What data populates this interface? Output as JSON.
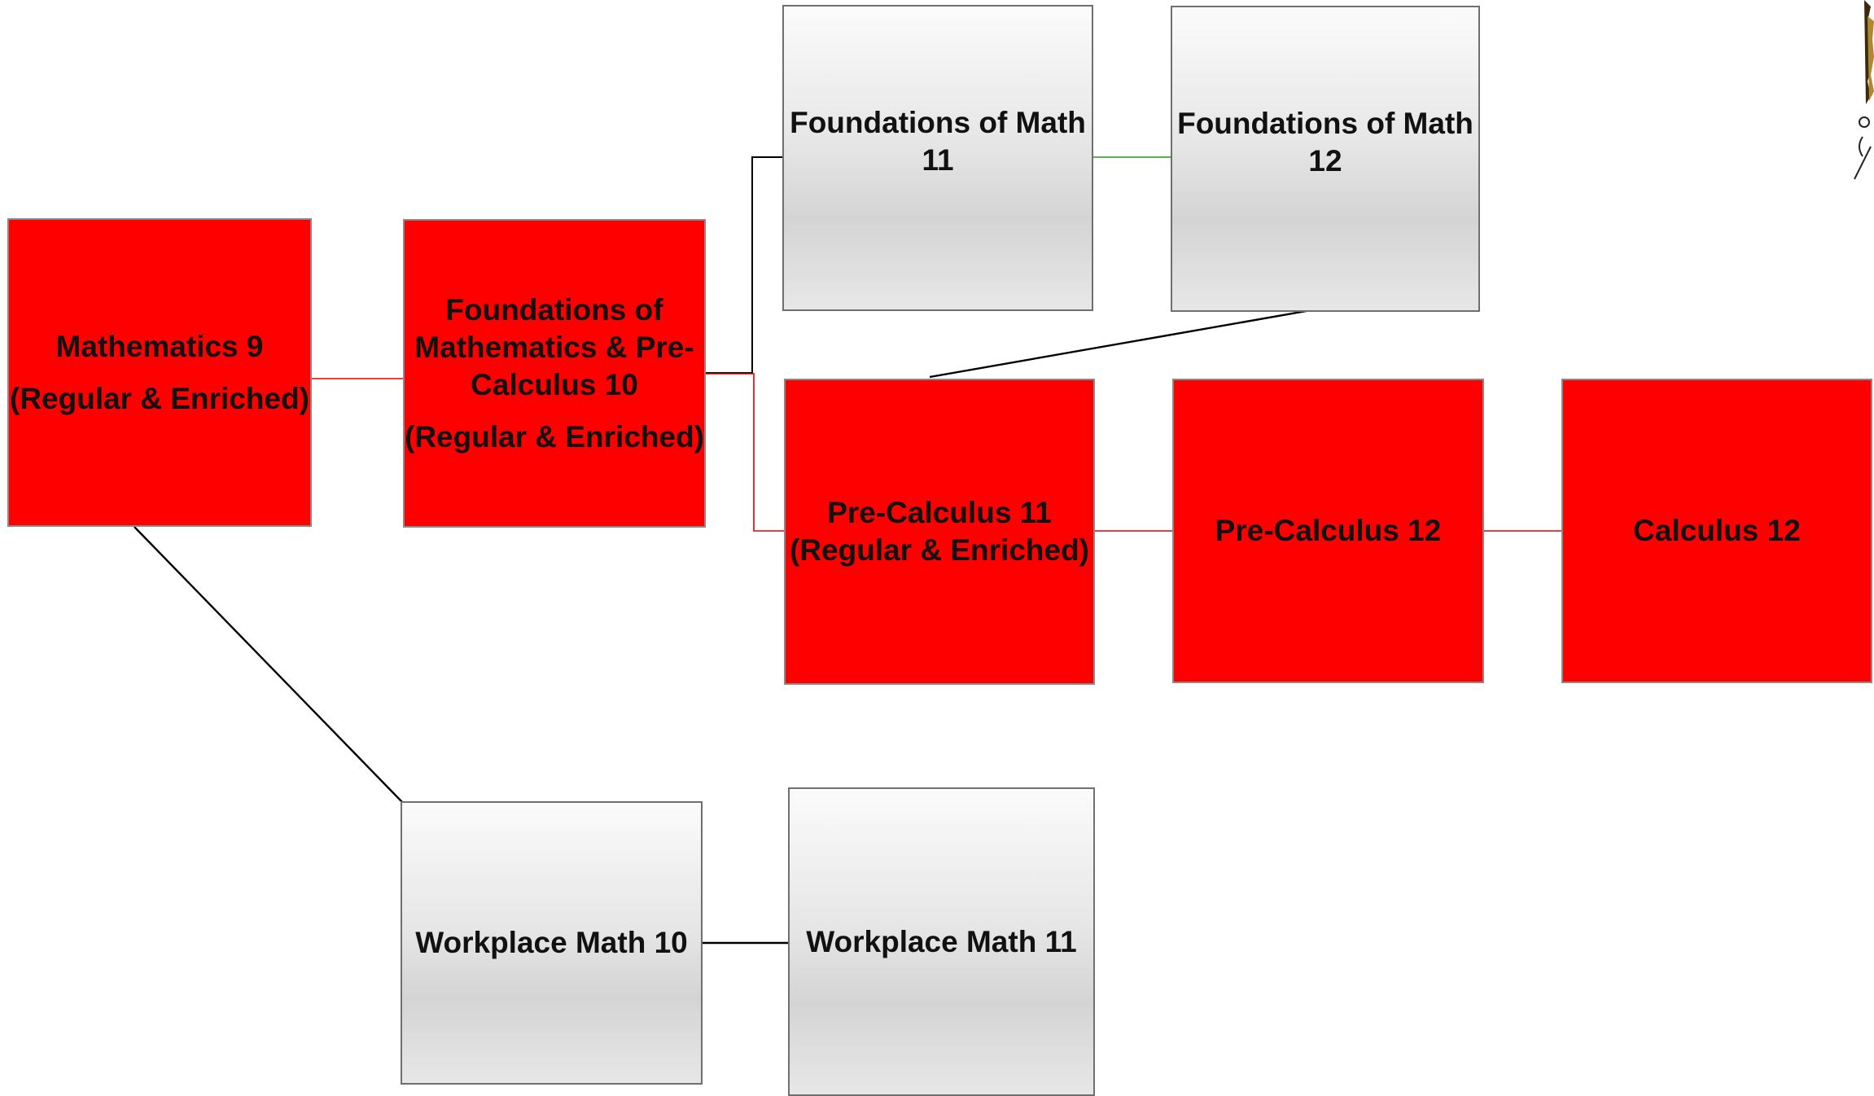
{
  "diagram": {
    "courses": {
      "math9": {
        "line1": "Mathematics 9",
        "line2": "(Regular & Enriched)",
        "fill": "#ff0000"
      },
      "fmpc10": {
        "line1": "Foundations of Mathematics & Pre-Calculus 10",
        "line2": "(Regular & Enriched)",
        "fill": "#ff0000"
      },
      "fm11": {
        "line1": "Foundations of Math 11",
        "fill": "gray-gradient"
      },
      "fm12": {
        "line1": "Foundations of Math 12",
        "fill": "gray-gradient"
      },
      "pc11": {
        "line1": "Pre-Calculus 11",
        "line2": "(Regular & Enriched)",
        "fill": "#ff0000"
      },
      "pc12": {
        "line1": "Pre-Calculus 12",
        "fill": "#ff0000"
      },
      "calc12": {
        "line1": "Calculus 12",
        "fill": "#ff0000"
      },
      "wm10": {
        "line1": "Workplace Math 10",
        "fill": "gray-gradient"
      },
      "wm11": {
        "line1": "Workplace Math 11",
        "fill": "gray-gradient"
      }
    },
    "connections": [
      {
        "from": "math9",
        "to": "fmpc10",
        "color": "#e00000"
      },
      {
        "from": "math9",
        "to": "wm10",
        "color": "#000000"
      },
      {
        "from": "fmpc10",
        "to": "fm11",
        "color": "#000000"
      },
      {
        "from": "fmpc10",
        "to": "pc11",
        "color": "#e00000"
      },
      {
        "from": "fm11",
        "to": "fm12",
        "color": "#1a9a1a"
      },
      {
        "from": "fm12",
        "to": "pc11",
        "color": "#000000"
      },
      {
        "from": "pc11",
        "to": "pc12",
        "color": "#e00000"
      },
      {
        "from": "pc12",
        "to": "calc12",
        "color": "#e00000"
      },
      {
        "from": "wm10",
        "to": "wm11",
        "color": "#000000"
      }
    ]
  }
}
